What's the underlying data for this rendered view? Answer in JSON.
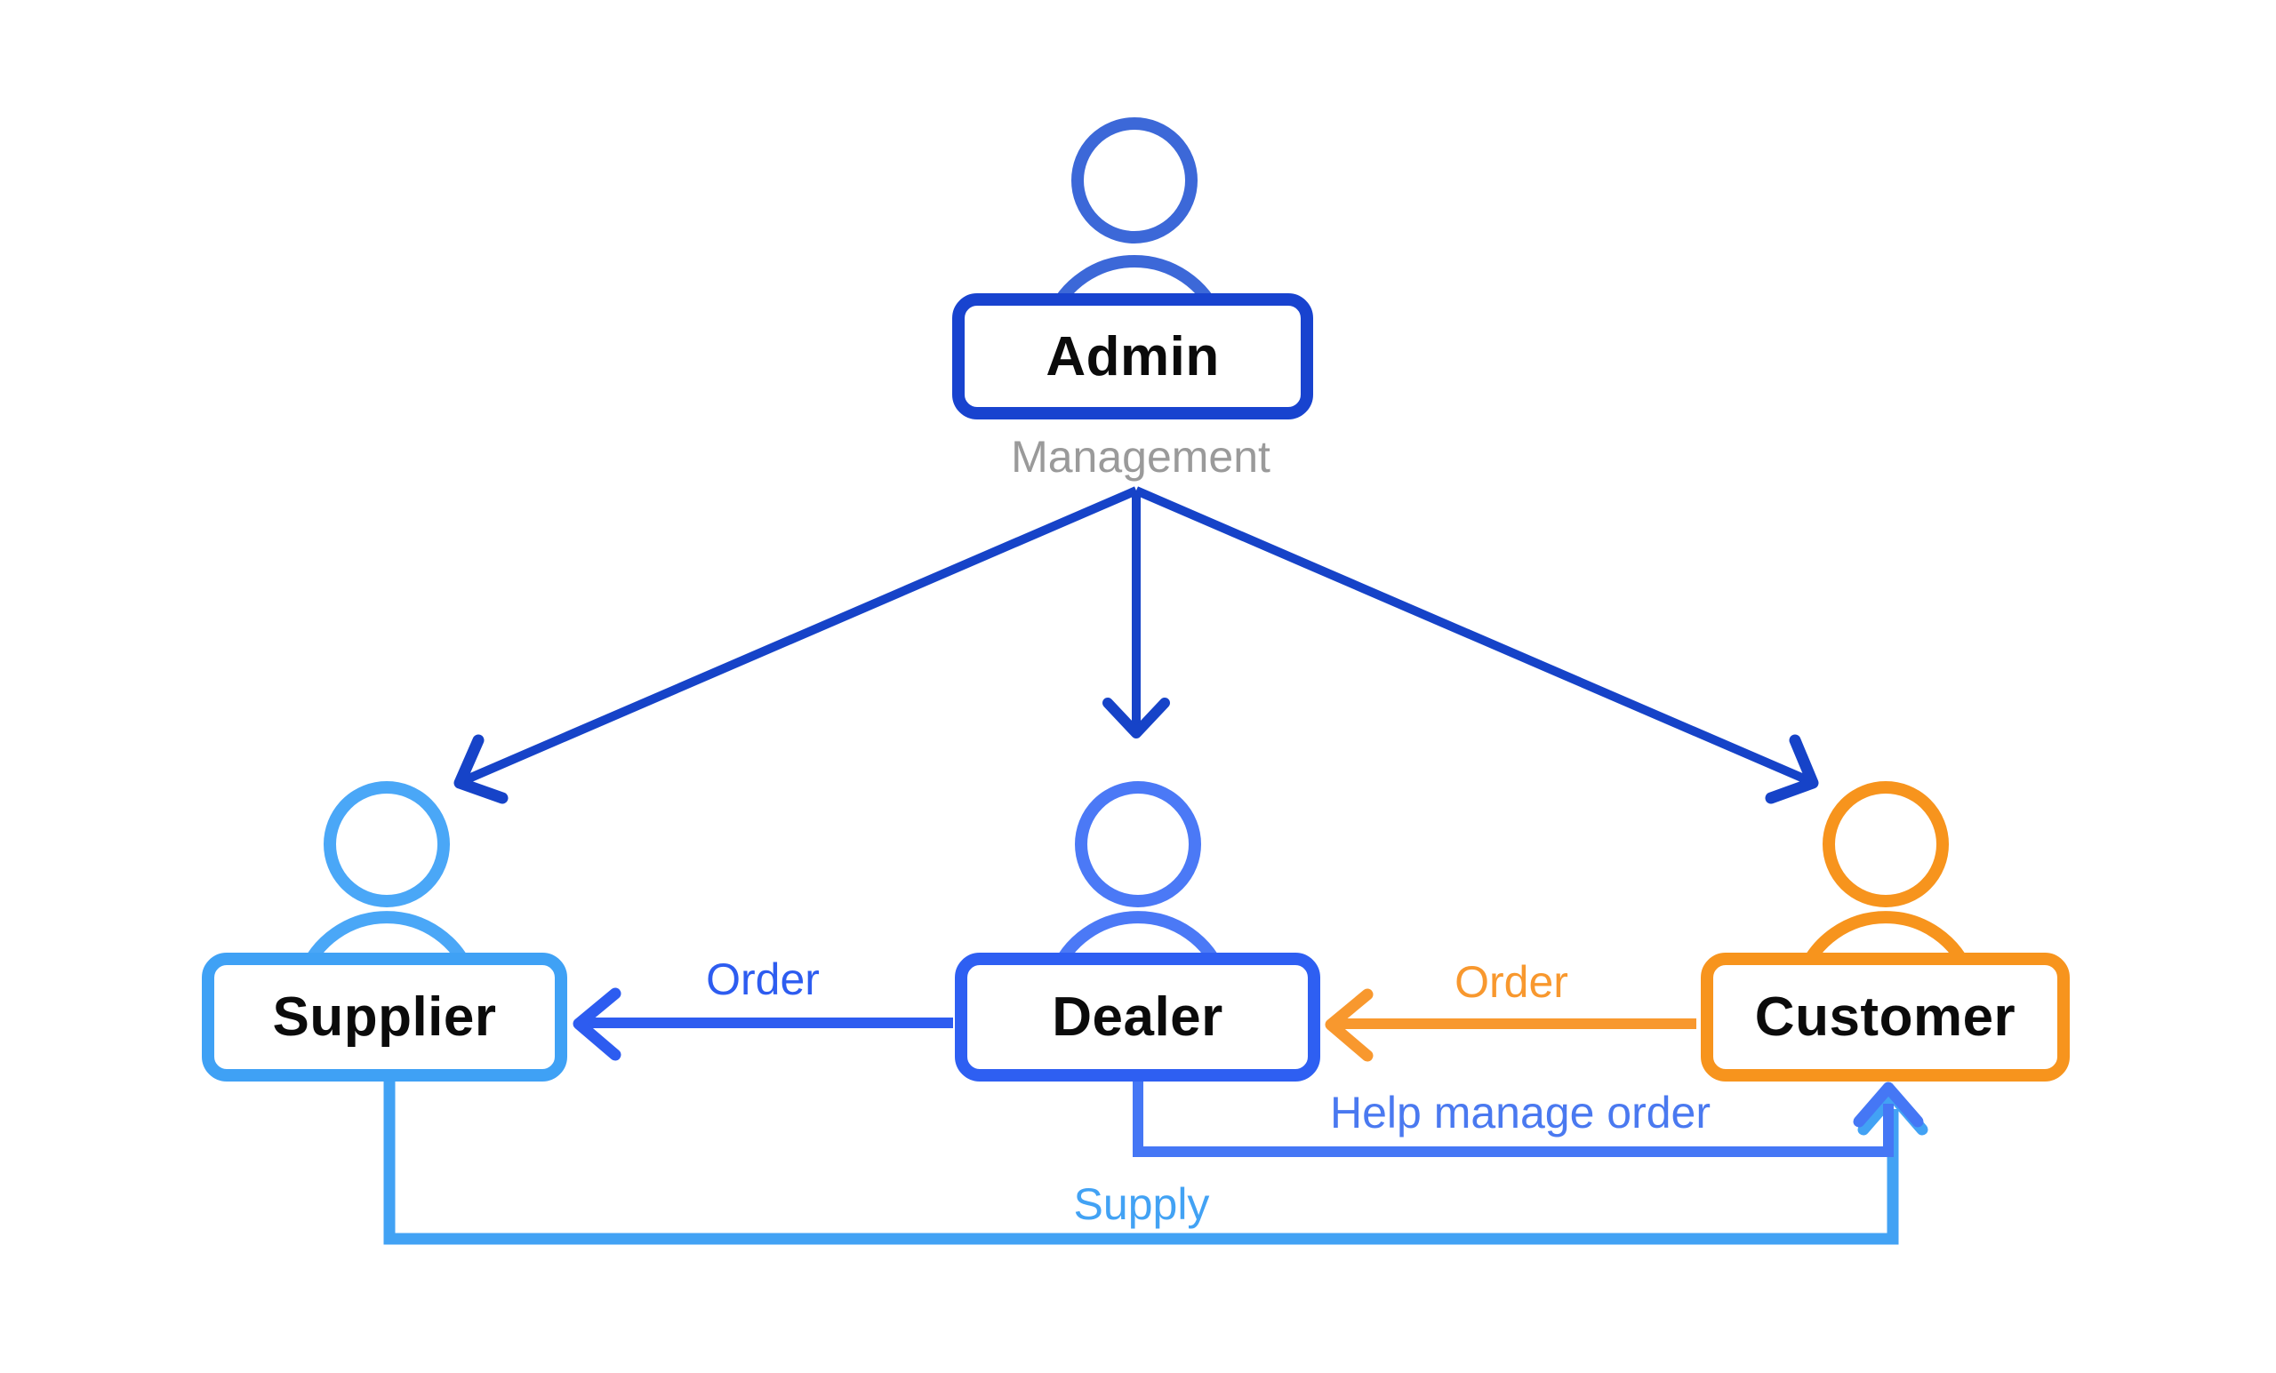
{
  "nodes": {
    "admin": {
      "label": "Admin",
      "box_color": "#1843cf",
      "icon_color": "#3c68d8"
    },
    "supplier": {
      "label": "Supplier",
      "box_color": "#3fa1f5",
      "icon_color": "#4aa7f7"
    },
    "dealer": {
      "label": "Dealer",
      "box_color": "#2e5ff2",
      "icon_color": "#4b79f6"
    },
    "customer": {
      "label": "Customer",
      "box_color": "#f7941d",
      "icon_color": "#f7941d"
    }
  },
  "edges": {
    "management": {
      "label": "Management",
      "from": "Admin",
      "to": "Supplier, Dealer, Customer",
      "color": "#1643c8",
      "label_color": "#9a9a9a"
    },
    "order_dealer_to_supplier": {
      "label": "Order",
      "from": "Dealer",
      "to": "Supplier",
      "color": "#2d5cf0"
    },
    "order_customer_to_dealer": {
      "label": "Order",
      "from": "Customer",
      "to": "Dealer",
      "color": "#f8982e"
    },
    "help_manage_order": {
      "label": "Help manage order",
      "from": "Dealer",
      "to": "Customer",
      "color": "#4577f5",
      "label_color": "#4a79f0"
    },
    "supply": {
      "label": "Supply",
      "from": "Supplier",
      "to": "Customer",
      "color": "#42a2f4"
    }
  },
  "background_color": "#ffffff",
  "text_color": "#0b0b0b"
}
